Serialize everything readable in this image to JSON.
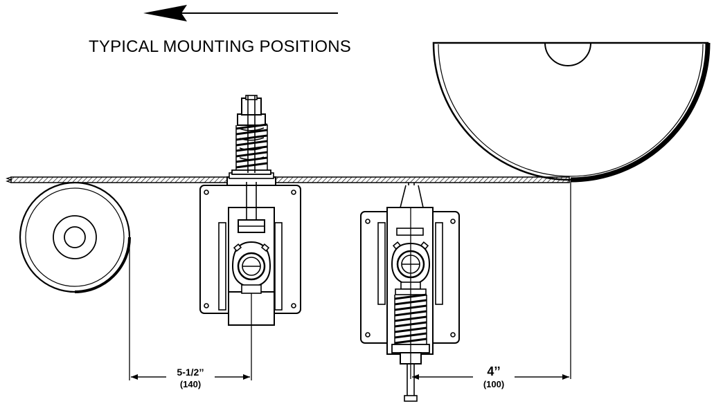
{
  "title": "TYPICAL MOUNTING POSITIONS",
  "dimensions": {
    "left": {
      "main": "5-1/2’’",
      "sub": "(140)"
    },
    "right": {
      "main": "4’’",
      "sub": "(100)"
    }
  },
  "icons": {
    "direction_arrow": "arrow-left-icon"
  },
  "colors": {
    "ink": "#000000",
    "background": "#ffffff"
  }
}
